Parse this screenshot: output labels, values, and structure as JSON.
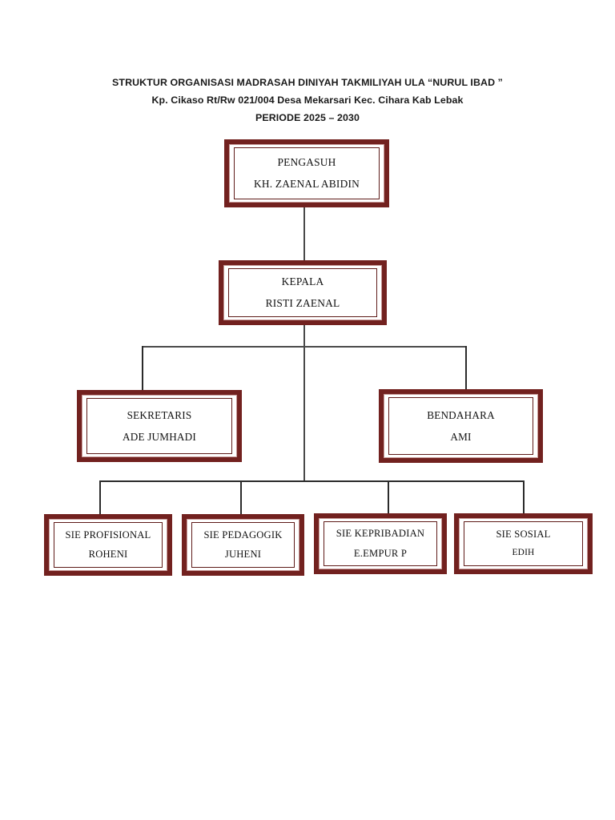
{
  "heading": {
    "line1": "STRUKTUR ORGANISASI MADRASAH DINIYAH TAKMILIYAH  ULA  “NURUL IBAD ”",
    "line2": "Kp. Cikaso Rt/Rw 021/004 Desa Mekarsari Kec. Cihara Kab Lebak",
    "line3": "PERIODE 2025 – 2030"
  },
  "colors": {
    "box_border": "#72211f",
    "box_inner_line": "#c79a98",
    "connector": "#4a4a4a",
    "text": "#121212",
    "background": "#ffffff"
  },
  "nodes": {
    "pengasuh": {
      "role": "PENGASUH",
      "person": "KH. ZAENAL ABIDIN"
    },
    "kepala": {
      "role": "KEPALA",
      "person": "RISTI ZAENAL"
    },
    "sekretaris": {
      "role": "SEKRETARIS",
      "person": "ADE JUMHADI"
    },
    "bendahara": {
      "role": "BENDAHARA",
      "person": "AMI"
    },
    "profisional": {
      "role": "SIE PROFISIONAL",
      "person": "ROHENI"
    },
    "pedagogik": {
      "role": "SIE PEDAGOGIK",
      "person": "JUHENI"
    },
    "kepribadian": {
      "role": "SIE KEPRIBADIAN",
      "person": "E.EMPUR P"
    },
    "sosial": {
      "role": "SIE SOSIAL",
      "person": "EDIH"
    }
  }
}
